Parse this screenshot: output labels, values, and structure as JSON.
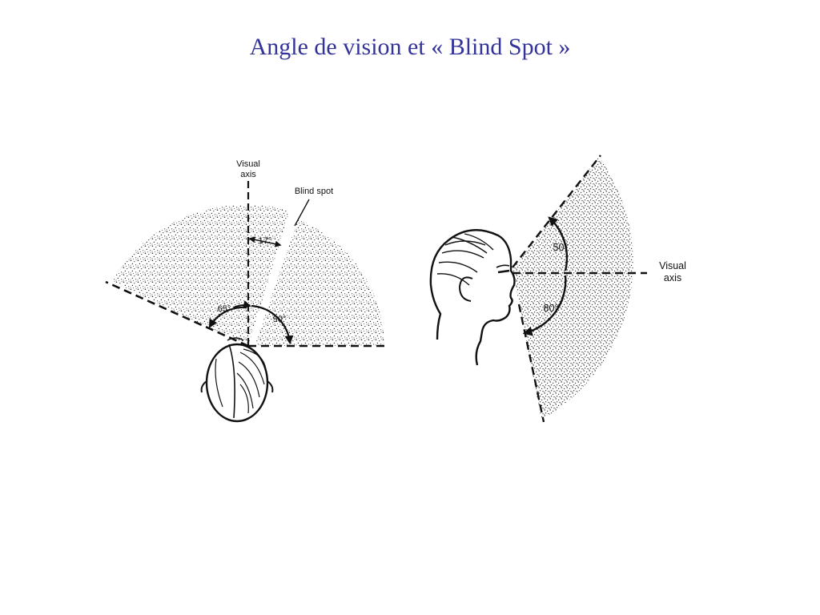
{
  "slide": {
    "title": "Angle de vision et « Blind Spot »"
  },
  "colors": {
    "title": "#33339a",
    "ink": "#111111",
    "background": "#ffffff"
  },
  "top_view": {
    "visual_axis_label_line1": "Visual",
    "visual_axis_label_line2": "axis",
    "blind_spot_label": "Blind spot",
    "angle_blind_spot": "17°",
    "angle_left": "65°",
    "angle_right": "90°"
  },
  "side_view": {
    "visual_axis_label_line1": "Visual",
    "visual_axis_label_line2": "axis",
    "angle_up": "50°",
    "angle_down": "80°"
  }
}
